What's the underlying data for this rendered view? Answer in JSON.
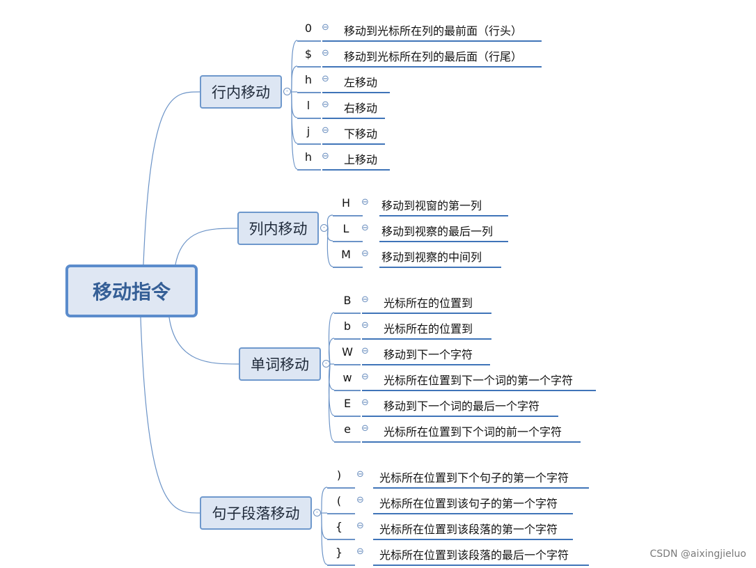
{
  "root": {
    "label": "移动指令"
  },
  "branches": [
    {
      "label": "行内移动",
      "items": [
        {
          "key": "0",
          "desc": "移动到光标所在列的最前面（行头）"
        },
        {
          "key": "$",
          "desc": "移动到光标所在列的最后面（行尾）"
        },
        {
          "key": "h",
          "desc": "左移动"
        },
        {
          "key": "l",
          "desc": "右移动"
        },
        {
          "key": "j",
          "desc": "下移动"
        },
        {
          "key": "h",
          "desc": "上移动"
        }
      ]
    },
    {
      "label": "列内移动",
      "items": [
        {
          "key": "H",
          "desc": "移动到视窗的第一列"
        },
        {
          "key": "L",
          "desc": "移动到视察的最后一列"
        },
        {
          "key": "M",
          "desc": "移动到视察的中间列"
        }
      ]
    },
    {
      "label": "单词移动",
      "items": [
        {
          "key": "B",
          "desc": "光标所在的位置到"
        },
        {
          "key": "b",
          "desc": "光标所在的位置到"
        },
        {
          "key": "W",
          "desc": "移动到下一个字符"
        },
        {
          "key": "w",
          "desc": "光标所在位置到下一个词的第一个字符"
        },
        {
          "key": "E",
          "desc": "移动到下一个词的最后一个字符"
        },
        {
          "key": "e",
          "desc": "光标所在位置到下个词的前一个字符"
        }
      ]
    },
    {
      "label": "句子段落移动",
      "items": [
        {
          "key": ")",
          "desc": "光标所在位置到下个句子的第一个字符"
        },
        {
          "key": "(",
          "desc": "光标所在位置到该句子的第一个字符"
        },
        {
          "key": "{",
          "desc": "光标所在位置到该段落的第一个字符"
        },
        {
          "key": "}",
          "desc": "光标所在位置到该段落的最后一个字符"
        }
      ]
    }
  ],
  "collapse_symbol": "⊖",
  "watermark": "CSDN @aixingjieluo",
  "colors": {
    "connector": "#6b93c7",
    "root_border": "#5b8ccc",
    "root_fill": "#dfe7f3",
    "root_text": "#355f96"
  }
}
